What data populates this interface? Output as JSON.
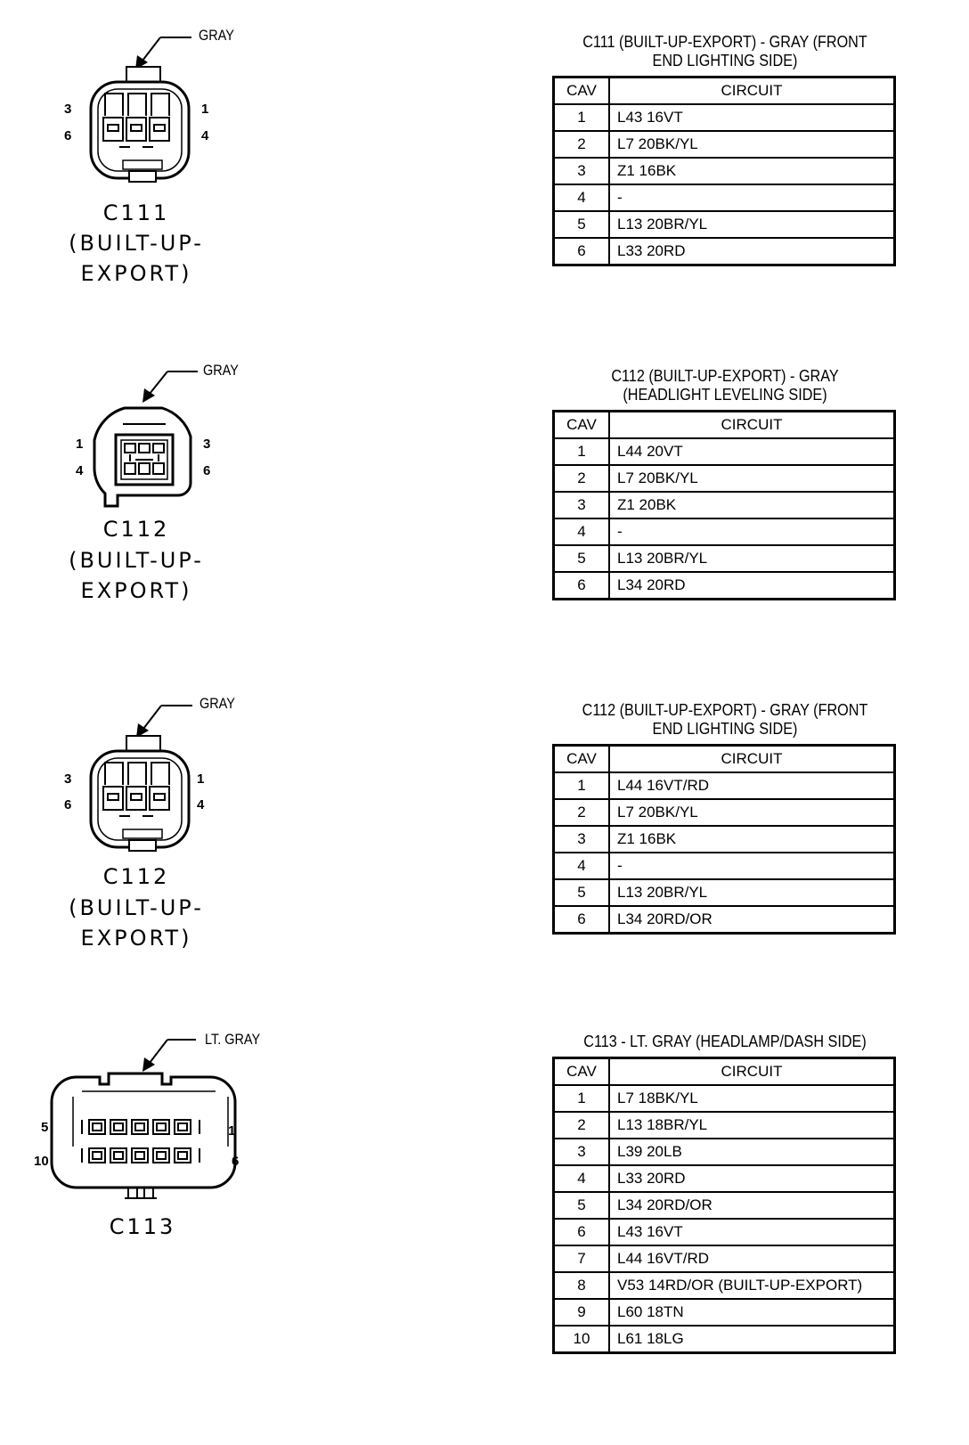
{
  "connectors": [
    {
      "color_tag": "GRAY",
      "name": "C111",
      "subtitle": "(BUILT-UP-EXPORT)",
      "pins": {
        "tl": "3",
        "bl": "6",
        "tr": "1",
        "br": "4"
      },
      "table_title": "C111 (BUILT-UP-EXPORT) - GRAY (FRONT END LIGHTING SIDE)",
      "header": {
        "cav": "CAV",
        "circuit": "CIRCUIT"
      },
      "rows": [
        {
          "cav": "1",
          "circuit": "L43 16VT"
        },
        {
          "cav": "2",
          "circuit": "L7 20BK/YL"
        },
        {
          "cav": "3",
          "circuit": "Z1 16BK"
        },
        {
          "cav": "4",
          "circuit": "-"
        },
        {
          "cav": "5",
          "circuit": "L13 20BR/YL"
        },
        {
          "cav": "6",
          "circuit": "L33 20RD"
        }
      ]
    },
    {
      "color_tag": "GRAY",
      "name": "C112",
      "subtitle": "(BUILT-UP-EXPORT)",
      "pins": {
        "tl": "1",
        "bl": "4",
        "tr": "3",
        "br": "6"
      },
      "table_title": "C112 (BUILT-UP-EXPORT) - GRAY (HEADLIGHT LEVELING SIDE)",
      "header": {
        "cav": "CAV",
        "circuit": "CIRCUIT"
      },
      "rows": [
        {
          "cav": "1",
          "circuit": "L44 20VT"
        },
        {
          "cav": "2",
          "circuit": "L7 20BK/YL"
        },
        {
          "cav": "3",
          "circuit": "Z1 20BK"
        },
        {
          "cav": "4",
          "circuit": "-"
        },
        {
          "cav": "5",
          "circuit": "L13 20BR/YL"
        },
        {
          "cav": "6",
          "circuit": "L34 20RD"
        }
      ]
    },
    {
      "color_tag": "GRAY",
      "name": "C112",
      "subtitle": "(BUILT-UP-EXPORT)",
      "pins": {
        "tl": "3",
        "bl": "6",
        "tr": "1",
        "br": "4"
      },
      "table_title": "C112 (BUILT-UP-EXPORT) - GRAY (FRONT END LIGHTING SIDE)",
      "header": {
        "cav": "CAV",
        "circuit": "CIRCUIT"
      },
      "rows": [
        {
          "cav": "1",
          "circuit": "L44 16VT/RD"
        },
        {
          "cav": "2",
          "circuit": "L7 20BK/YL"
        },
        {
          "cav": "3",
          "circuit": "Z1 16BK"
        },
        {
          "cav": "4",
          "circuit": "-"
        },
        {
          "cav": "5",
          "circuit": "L13 20BR/YL"
        },
        {
          "cav": "6",
          "circuit": "L34 20RD/OR"
        }
      ]
    },
    {
      "color_tag": "LT. GRAY",
      "name": "C113",
      "subtitle": "",
      "pins": {
        "tl": "5",
        "bl": "10",
        "tr": "1",
        "br": "6"
      },
      "table_title": "C113 - LT. GRAY (HEADLAMP/DASH SIDE)",
      "header": {
        "cav": "CAV",
        "circuit": "CIRCUIT"
      },
      "rows": [
        {
          "cav": "1",
          "circuit": "L7 18BK/YL"
        },
        {
          "cav": "2",
          "circuit": "L13 18BR/YL"
        },
        {
          "cav": "3",
          "circuit": "L39 20LB"
        },
        {
          "cav": "4",
          "circuit": "L33 20RD"
        },
        {
          "cav": "5",
          "circuit": "L34 20RD/OR"
        },
        {
          "cav": "6",
          "circuit": "L43 16VT"
        },
        {
          "cav": "7",
          "circuit": "L44 16VT/RD"
        },
        {
          "cav": "8",
          "circuit": "V53 14RD/OR (BUILT-UP-EXPORT)"
        },
        {
          "cav": "9",
          "circuit": "L60 18TN"
        },
        {
          "cav": "10",
          "circuit": "L61 18LG"
        }
      ]
    }
  ]
}
